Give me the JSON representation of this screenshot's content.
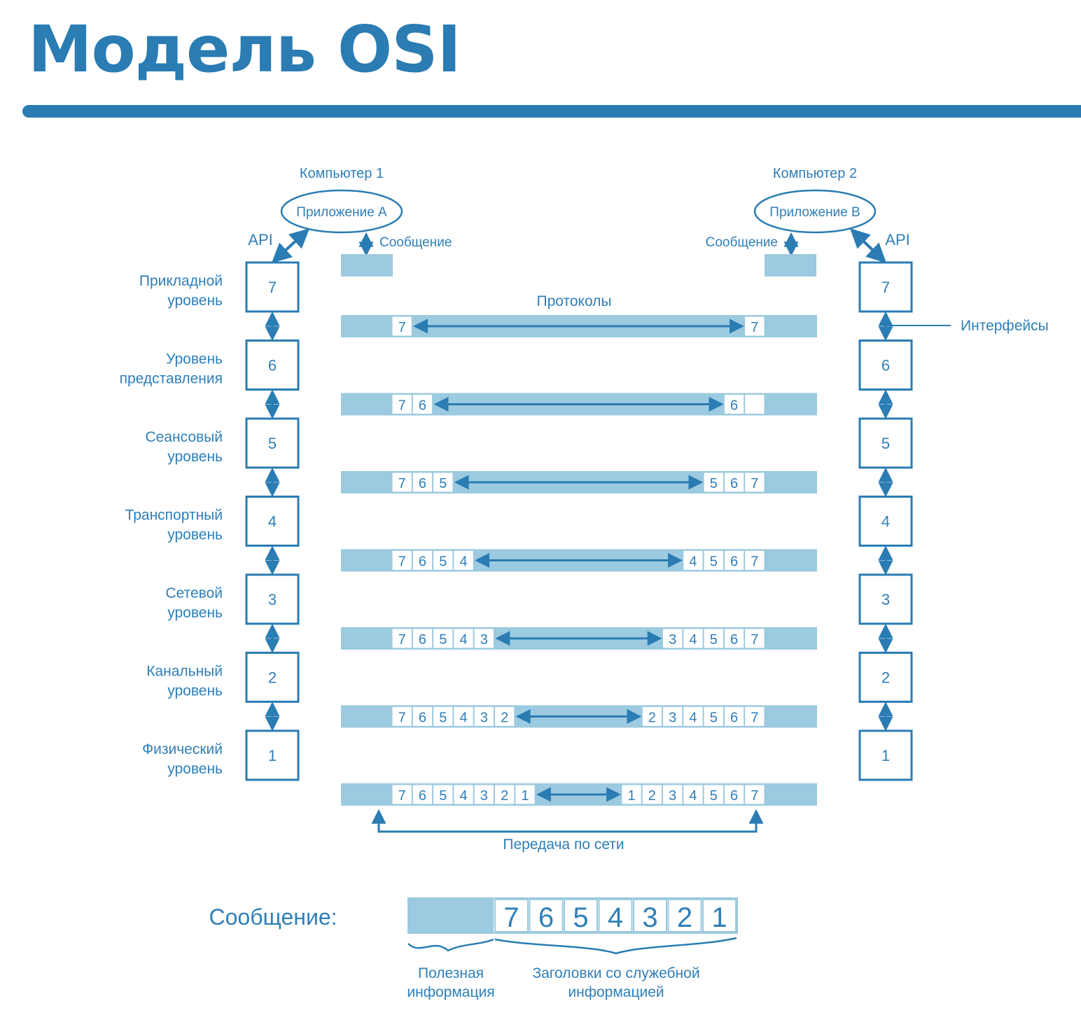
{
  "title": "Модель OSI",
  "colors": {
    "accent": "#2a7cb3",
    "band": "#9ccae0",
    "text": "#2f7fb8"
  },
  "computers": {
    "left": {
      "label": "Компьютер 1",
      "app": "Приложение A",
      "api": "API",
      "message": "Сообщение"
    },
    "right": {
      "label": "Компьютер 2",
      "app": "Приложение B",
      "api": "API",
      "message": "Сообщение"
    }
  },
  "protocols_label": "Протоколы",
  "interfaces_label": "Интерфейсы",
  "layers": [
    {
      "number": "7",
      "name": [
        "Прикладной",
        "уровень"
      ]
    },
    {
      "number": "6",
      "name": [
        "Уровень",
        "представления"
      ]
    },
    {
      "number": "5",
      "name": [
        "Сеансовый",
        "уровень"
      ]
    },
    {
      "number": "4",
      "name": [
        "Транспортный",
        "уровень"
      ]
    },
    {
      "number": "3",
      "name": [
        "Сетевой",
        "уровень"
      ]
    },
    {
      "number": "2",
      "name": [
        "Канальный",
        "уровень"
      ]
    },
    {
      "number": "1",
      "name": [
        "Физический",
        "уровень"
      ]
    }
  ],
  "protocol_rows": [
    {
      "left": [
        "7"
      ],
      "right": [
        "7"
      ]
    },
    {
      "left": [
        "7",
        "6"
      ],
      "right": [
        "6",
        ""
      ]
    },
    {
      "left": [
        "7",
        "6",
        "5"
      ],
      "right": [
        "5",
        "6",
        "7"
      ]
    },
    {
      "left": [
        "7",
        "6",
        "5",
        "4"
      ],
      "right": [
        "4",
        "5",
        "6",
        "7"
      ]
    },
    {
      "left": [
        "7",
        "6",
        "5",
        "4",
        "3"
      ],
      "right": [
        "3",
        "4",
        "5",
        "6",
        "7"
      ]
    },
    {
      "left": [
        "7",
        "6",
        "5",
        "4",
        "3",
        "2"
      ],
      "right": [
        "2",
        "3",
        "4",
        "5",
        "6",
        "7"
      ]
    },
    {
      "left": [
        "7",
        "6",
        "5",
        "4",
        "3",
        "2",
        "1"
      ],
      "right": [
        "1",
        "2",
        "3",
        "4",
        "5",
        "6",
        "7"
      ]
    }
  ],
  "network_label": "Передача по сети",
  "legend": {
    "label": "Сообщение:",
    "headers": [
      "7",
      "6",
      "5",
      "4",
      "3",
      "2",
      "1"
    ],
    "payload_label": [
      "Полезная",
      "информация"
    ],
    "headers_label": [
      "Заголовки со служебной",
      "информацией"
    ]
  }
}
